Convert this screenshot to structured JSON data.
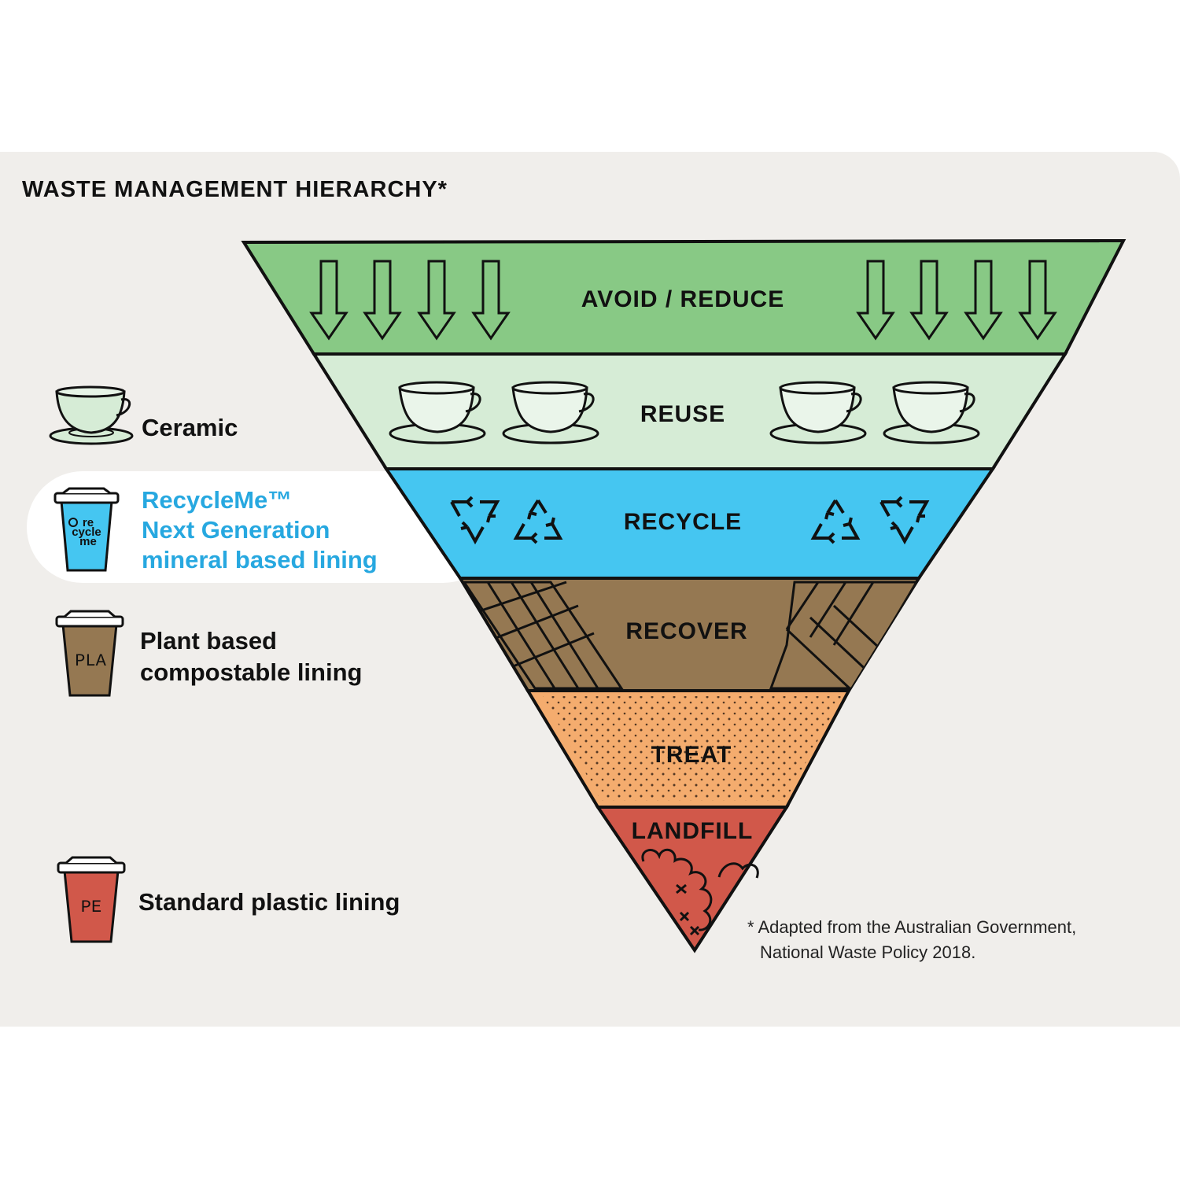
{
  "title": "WASTE MANAGEMENT HIERARCHY*",
  "tiers": [
    {
      "label": "AVOID / REDUCE",
      "color": "#88c985"
    },
    {
      "label": "REUSE",
      "color": "#d6ecd6"
    },
    {
      "label": "RECYCLE",
      "color": "#45c6f1"
    },
    {
      "label": "RECOVER",
      "color": "#957852"
    },
    {
      "label": "TREAT",
      "color": "#f4ac6e"
    },
    {
      "label": "LANDFILL",
      "color": "#d1584a"
    }
  ],
  "legend": [
    {
      "lines": [
        "Ceramic"
      ],
      "icon": "ceramic-cup-icon",
      "color": "#d6ecd6"
    },
    {
      "lines": [
        "RecycleMe™",
        "Next Generation",
        "mineral based lining"
      ],
      "icon": "recycleme-cup-icon",
      "color": "#45c6f1",
      "highlighted": true,
      "cup_text": [
        "re",
        "cycle",
        "me"
      ]
    },
    {
      "lines": [
        "Plant based",
        "compostable lining"
      ],
      "icon": "pla-cup-icon",
      "color": "#957852",
      "cup_text": "PLA"
    },
    {
      "lines": [
        "Standard plastic lining"
      ],
      "icon": "pe-cup-icon",
      "color": "#d1584a",
      "cup_text": "PE"
    }
  ],
  "footnote": {
    "line1": "* Adapted from the Australian Government,",
    "line2": "National Waste Policy 2018."
  }
}
